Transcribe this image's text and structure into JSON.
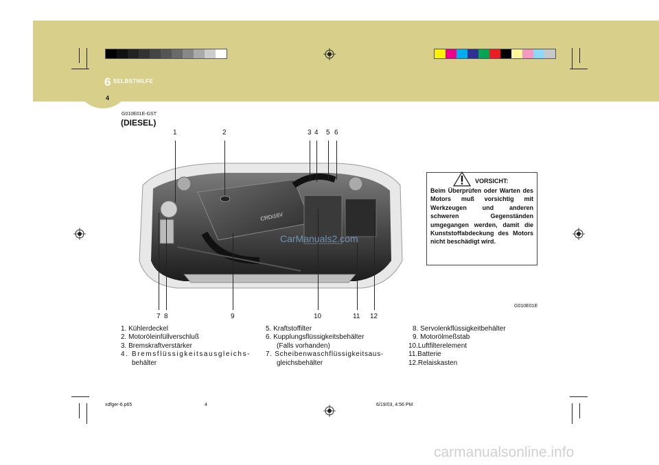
{
  "header": {
    "chapter_number": "6",
    "chapter_title": "SELBSTHILFE",
    "page_number": "4",
    "band_color": "#d8cf8a",
    "gray_swatches": [
      "#000000",
      "#111111",
      "#222222",
      "#333333",
      "#444444",
      "#555555",
      "#6a6a6a",
      "#888888",
      "#aaaaaa",
      "#cccccc",
      "#ffffff"
    ],
    "color_swatches": [
      "#fff200",
      "#ec008c",
      "#00aeef",
      "#2e3192",
      "#00a651",
      "#ed1c24",
      "#000000",
      "#fff799",
      "#f49ac1",
      "#8ed8f8",
      "#c7c8ca"
    ]
  },
  "section": {
    "code": "G010E01E-GST",
    "title": "(DIESEL)",
    "figure_code": "G010E01E",
    "callouts_top": [
      "1",
      "2",
      "3",
      "4",
      "5",
      "6"
    ],
    "callouts_bottom": [
      "7",
      "8",
      "9",
      "10",
      "11",
      "12"
    ],
    "engine_label": "CRDi16V"
  },
  "warning": {
    "title": "VORSICHT:",
    "text": "Beim Überprüfen oder Warten des Motors muß vorsichtig mit Werkzeugen und anderen schweren Gegenständen umgegangen werden, damit die Kunststoffabdeckung des Motors nicht beschädigt wird."
  },
  "legend": {
    "col1": [
      "1. Kühlerdeckel",
      "2. Motoröleinfüllverschluß",
      "3. Bremskraftverstärker",
      "4. Bremsflüssigkeitsausgleichs-",
      "behälter"
    ],
    "col2": [
      "5. Kraftstoffilter",
      "6. Kupplungsflüssigkeitsbehälter",
      "(Falls vorhanden)",
      "7. Scheibenwaschflüssigkeitsaus-",
      "gleichsbehälter"
    ],
    "col3": [
      "8. Servolenkflüssigkeitbehälter",
      "9. Motorölmeßstab",
      "10.Luftfilterelement",
      "11.Batterie",
      "12.Relaiskasten"
    ]
  },
  "footer": {
    "file": "xdfger-6.p65",
    "page": "4",
    "timestamp": "6/19/03, 4:56 PM"
  },
  "watermarks": {
    "middle": "CarManuals2.com",
    "bottom": "carmanualsonline.info"
  }
}
